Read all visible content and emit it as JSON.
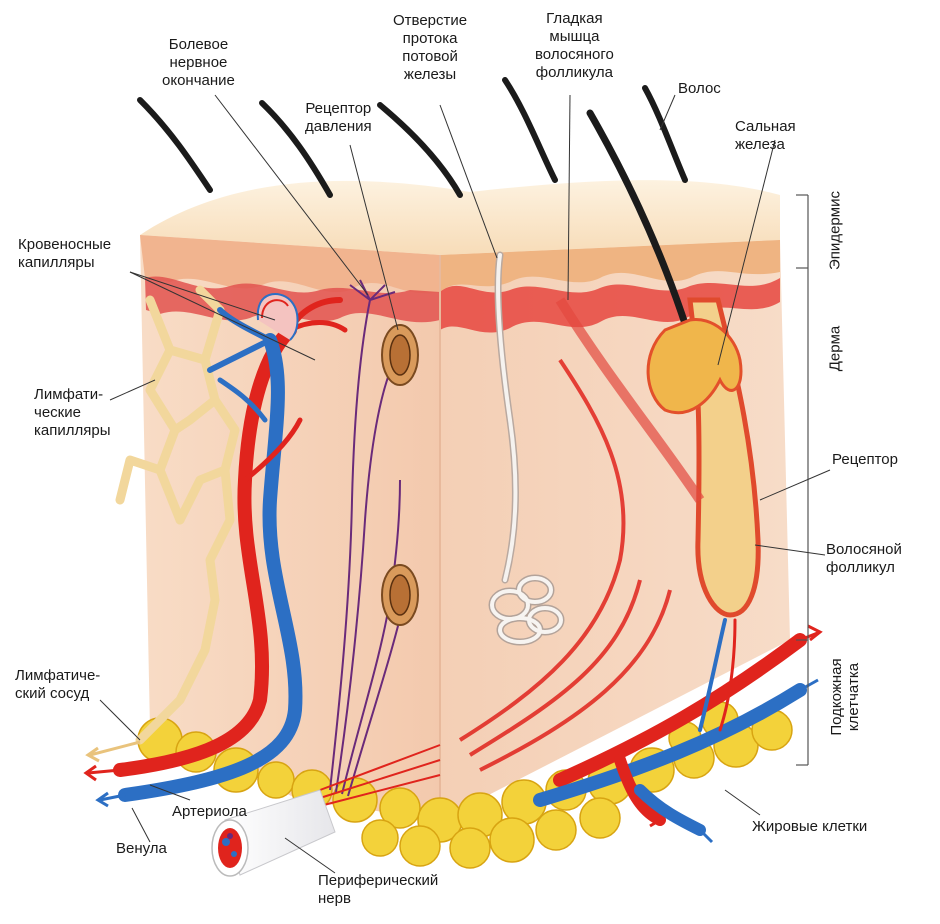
{
  "labels": {
    "pain_ending": "Болевое\nнервное\nокончание",
    "duct_opening": "Отверстие\nпротока\nпотовой\nжелезы",
    "smooth_muscle": "Гладкая\nмышца\nволосяного\nфолликула",
    "hair": "Волос",
    "pressure_receptor": "Рецептор\nдавления",
    "sebaceous_gland": "Сальная\nжелеза",
    "blood_capillaries": "Кровеносные\nкапилляры",
    "lymph_capillaries": "Лимфати-\nческие\nкапилляры",
    "receptor": "Рецептор",
    "hair_follicle": "Волосяной\nфолликул",
    "lymph_vessel": "Лимфатиче-\nский сосуд",
    "arteriole": "Артериола",
    "venule": "Венула",
    "fat_cells": "Жировые клетки",
    "peripheral_nerve": "Периферический\nнерв"
  },
  "layers": {
    "epidermis": "Эпидермис",
    "dermis": "Дерма",
    "subcutis": "Подкожная\nклетчатка"
  },
  "colors": {
    "artery": "#e0241d",
    "vein": "#2c6fc4",
    "lymph": "#f2d79c",
    "fat": "#f3d23a",
    "dermis": "#f6d2b8",
    "epidermis_surface": "#fbe8cf",
    "nerve": "#6a2a7a"
  }
}
